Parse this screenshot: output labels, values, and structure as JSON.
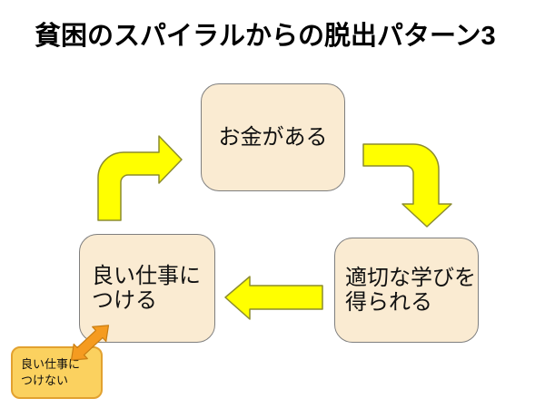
{
  "title": "貧困のスパイラルからの脱出パターン3",
  "nodes": {
    "money": {
      "lines": [
        "お金がある"
      ]
    },
    "learning": {
      "lines": [
        "適切な学びを",
        "得られる"
      ]
    },
    "good_job": {
      "lines": [
        "良い仕事に",
        "つける"
      ]
    },
    "no_good_job": {
      "lines": [
        "良い仕事に",
        "つけない"
      ]
    }
  },
  "connections": [
    "お金がある → 適切な学びを得られる",
    "適切な学びを得られる → 良い仕事につける",
    "良い仕事につける → お金がある",
    "良い仕事につける ↔ 良い仕事につけない"
  ],
  "colors": {
    "background": "#FFFFFF",
    "title-color": "#000000",
    "node-fill": "#FAEBD2",
    "node-border": "#7F7F7F",
    "arrow-yellow": "#FFFF00",
    "arrow-yellow-border": "#8C8C2E",
    "alert-fill": "#FBD15F",
    "alert-border": "#E2A12F",
    "orange-arrow": "#F59B20",
    "orange-arrow-border": "#C97E12"
  }
}
